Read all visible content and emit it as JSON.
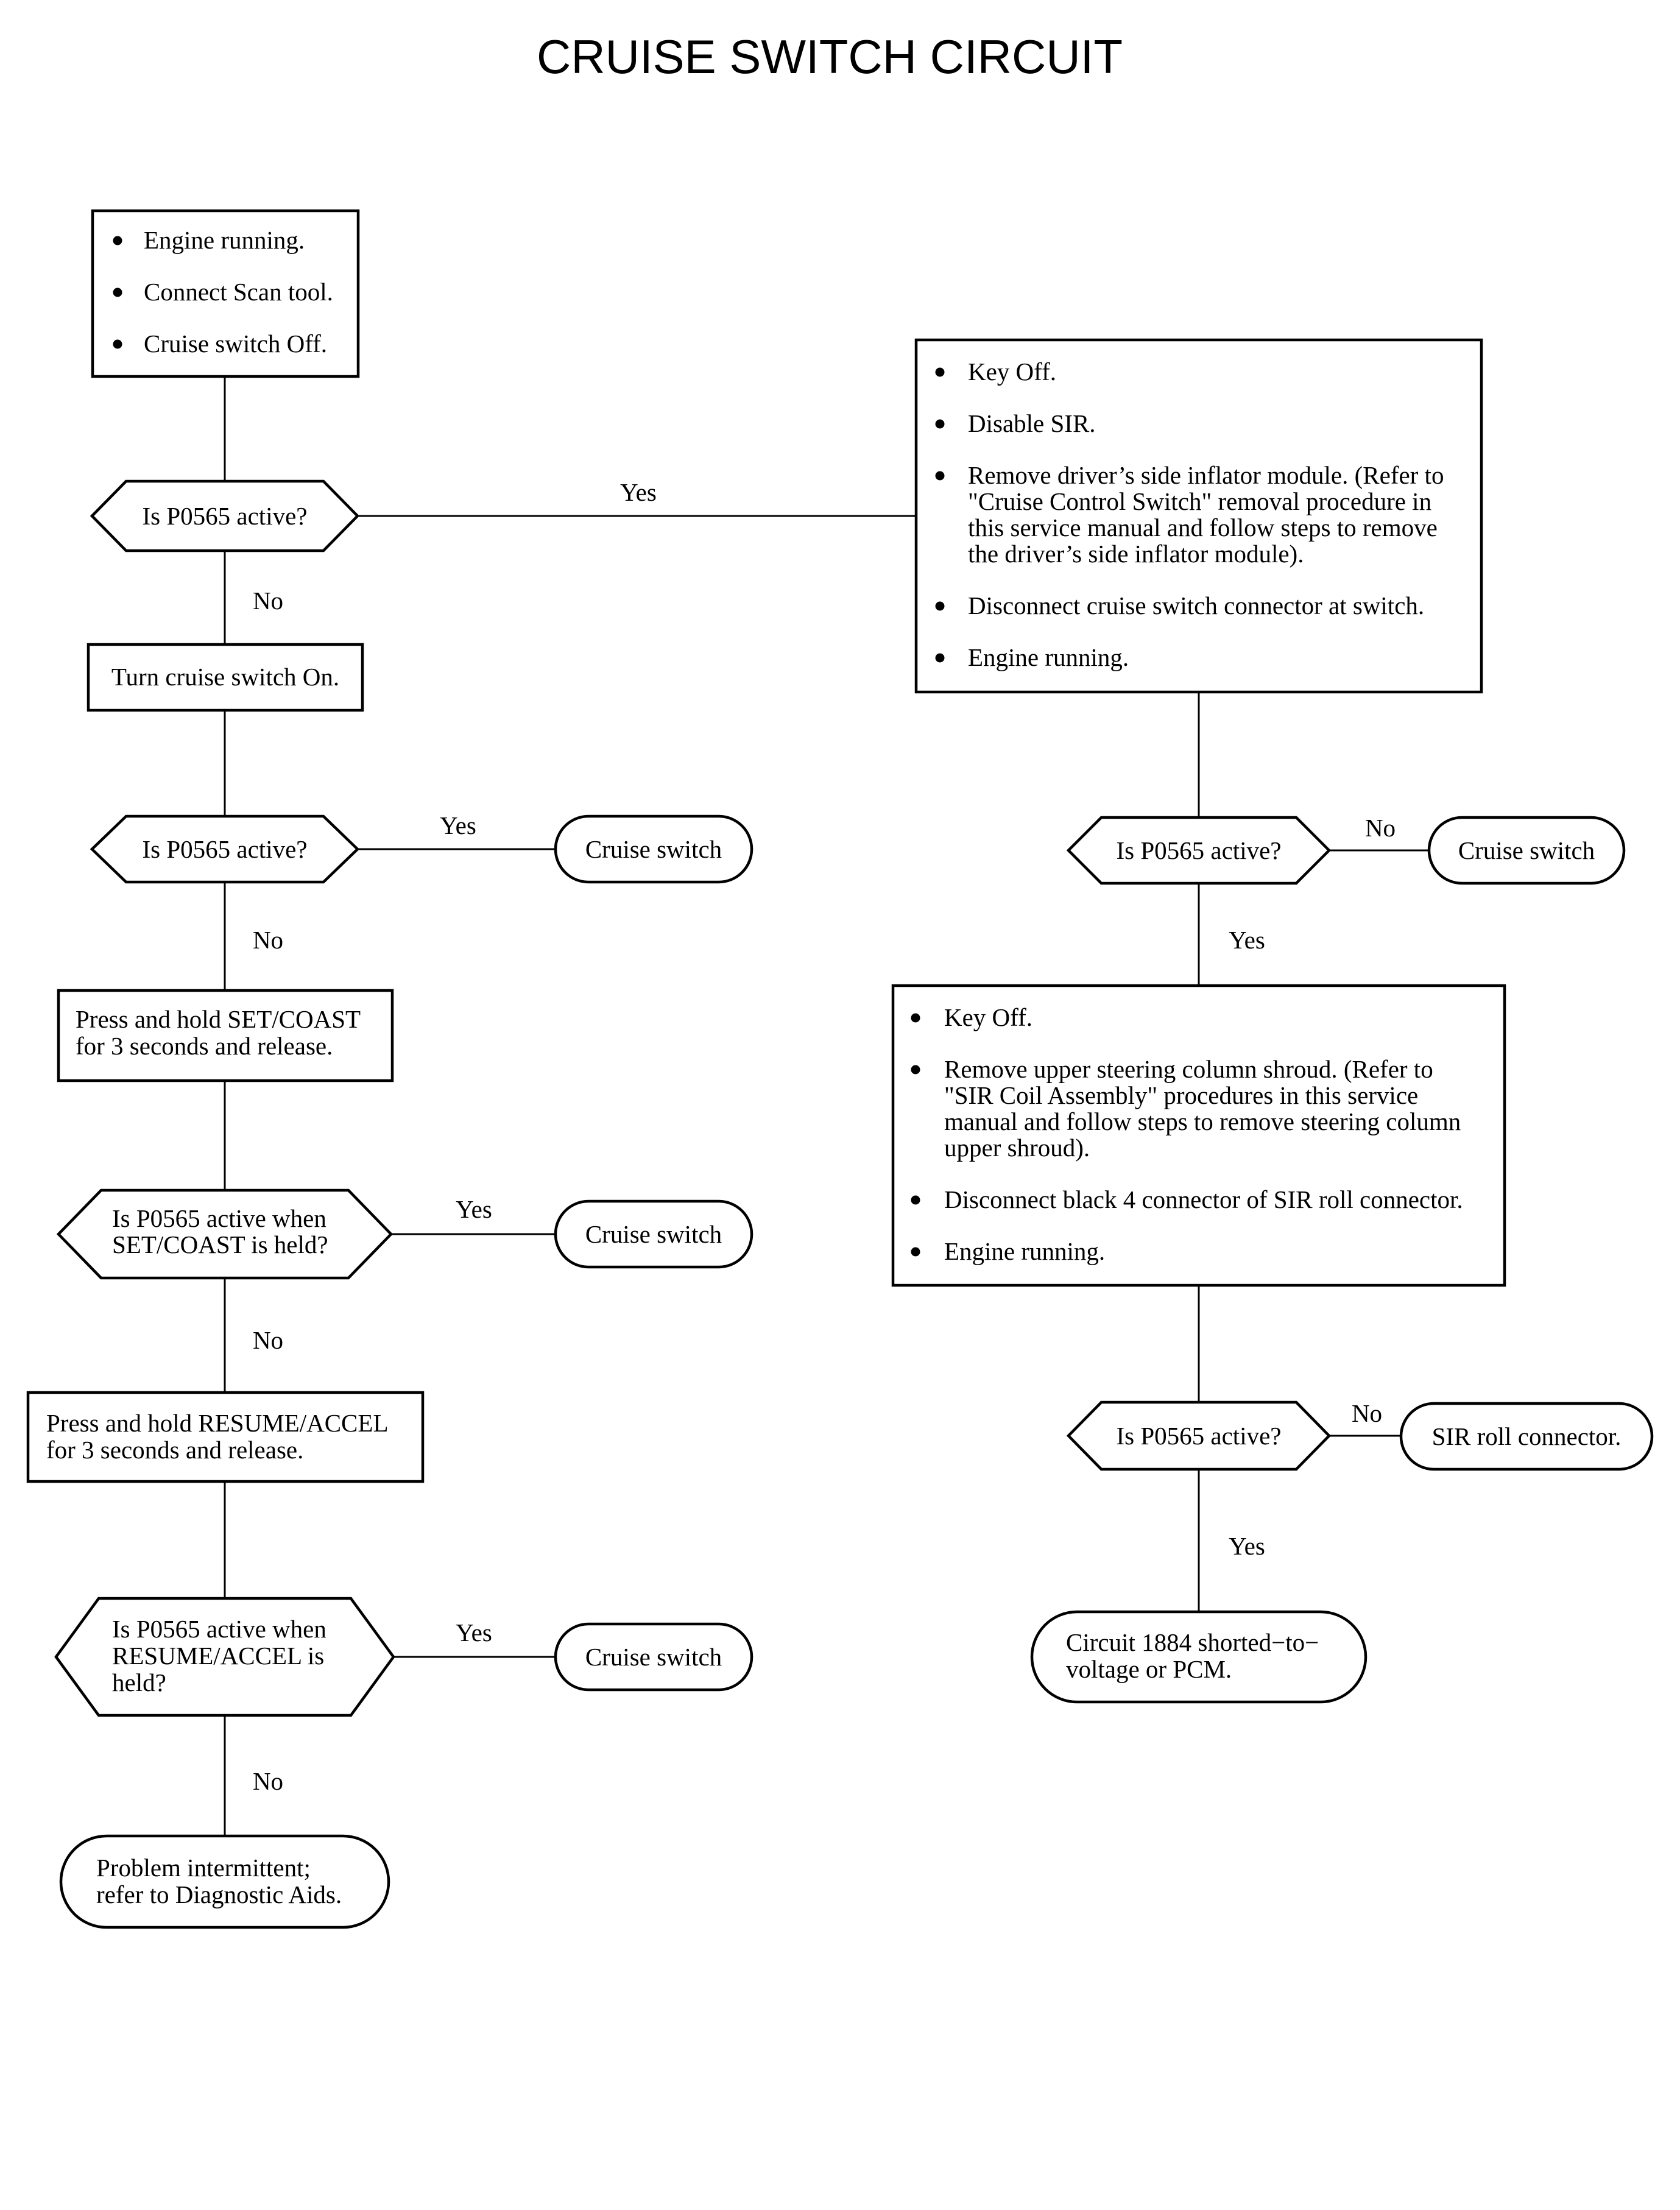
{
  "title": "CRUISE SWITCH CIRCUIT",
  "nodes": {
    "start": {
      "items": [
        "Engine running.",
        "Connect Scan tool.",
        "Cruise switch Off."
      ]
    },
    "q1": {
      "lines": [
        "Is P0565 active?"
      ]
    },
    "turn_on": {
      "lines": [
        "Turn cruise switch On."
      ]
    },
    "q2": {
      "lines": [
        "Is P0565 active?"
      ]
    },
    "end_cs1": {
      "lines": [
        "Cruise switch"
      ]
    },
    "press_set": {
      "lines": [
        "Press and hold SET/COAST",
        "for 3 seconds and release."
      ]
    },
    "q3": {
      "lines": [
        "Is P0565 active when",
        "SET/COAST is held?"
      ]
    },
    "end_cs2": {
      "lines": [
        "Cruise switch"
      ]
    },
    "press_resume": {
      "lines": [
        "Press and hold RESUME/ACCEL",
        "for 3 seconds and release."
      ]
    },
    "q4": {
      "lines": [
        "Is P0565 active when",
        "RESUME/ACCEL is",
        "held?"
      ]
    },
    "end_cs3": {
      "lines": [
        "Cruise switch"
      ]
    },
    "end_intermittent": {
      "lines": [
        "Problem intermittent;",
        "refer to Diagnostic Aids."
      ]
    },
    "right1": {
      "items": [
        [
          "Key Off."
        ],
        [
          "Disable SIR."
        ],
        [
          "Remove driver’s side inflator module. (Refer to",
          "\"Cruise Control Switch\" removal procedure in",
          "this service manual and follow steps to remove",
          "the driver’s side inflator module)."
        ],
        [
          "Disconnect cruise switch connector at switch."
        ],
        [
          "Engine running."
        ]
      ]
    },
    "q5": {
      "lines": [
        "Is P0565 active?"
      ]
    },
    "end_cs4": {
      "lines": [
        "Cruise switch"
      ]
    },
    "right2": {
      "items": [
        [
          "Key Off."
        ],
        [
          "Remove upper steering column shroud. (Refer to",
          "\"SIR Coil Assembly\" procedures in this service",
          "manual and follow steps to remove steering column",
          "upper shroud)."
        ],
        [
          "Disconnect black 4 connector of SIR roll connector."
        ],
        [
          "Engine running."
        ]
      ]
    },
    "q6": {
      "lines": [
        "Is P0565 active?"
      ]
    },
    "end_sir": {
      "lines": [
        "SIR roll connector."
      ]
    },
    "end_circuit": {
      "lines": [
        "Circuit 1884 shorted−to−",
        "voltage or PCM."
      ]
    }
  },
  "edge_labels": {
    "q1_yes": "Yes",
    "q1_no": "No",
    "q2_yes": "Yes",
    "q2_no": "No",
    "q3_yes": "Yes",
    "q3_no": "No",
    "q4_yes": "Yes",
    "q4_no": "No",
    "q5_no": "No",
    "q5_yes": "Yes",
    "q6_no": "No",
    "q6_yes": "Yes"
  }
}
